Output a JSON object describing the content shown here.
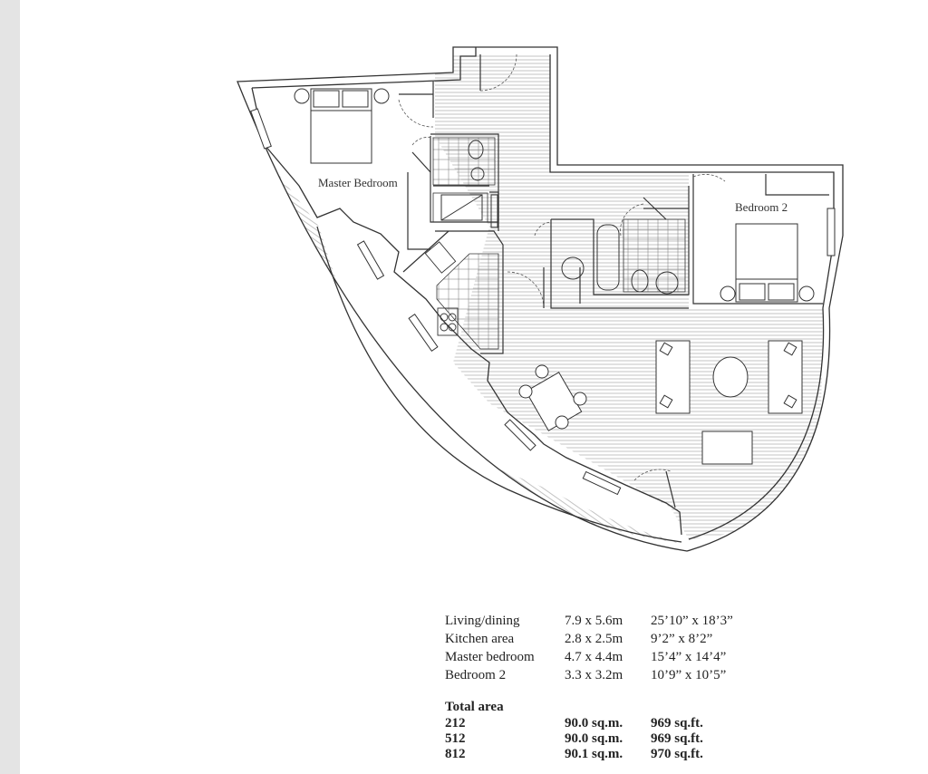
{
  "plan": {
    "labels": {
      "master_bedroom": "Master Bedroom",
      "bedroom_2": "Bedroom 2"
    }
  },
  "areas": {
    "rooms": [
      {
        "name": "Living/dining",
        "metric": "7.9 x 5.6m",
        "imperial": "25’10” x 18’3”"
      },
      {
        "name": "Kitchen area",
        "metric": "2.8 x 2.5m",
        "imperial": "9’2” x 8’2”"
      },
      {
        "name": "Master bedroom",
        "metric": "4.7 x 4.4m",
        "imperial": "15’4” x 14’4”"
      },
      {
        "name": "Bedroom 2",
        "metric": "3.3 x 3.2m",
        "imperial": "10’9” x 10’5”"
      }
    ],
    "total_title": "Total area",
    "totals": [
      {
        "unit": "212",
        "sqm": "90.0 sq.m.",
        "sqft": "969 sq.ft."
      },
      {
        "unit": "512",
        "sqm": "90.0 sq.m.",
        "sqft": "969 sq.ft."
      },
      {
        "unit": "812",
        "sqm": "90.1 sq.m.",
        "sqft": "970 sq.ft."
      }
    ]
  },
  "colors": {
    "line": "#333333",
    "hatch": "#999999",
    "sidebar": "#e4e4e4"
  }
}
